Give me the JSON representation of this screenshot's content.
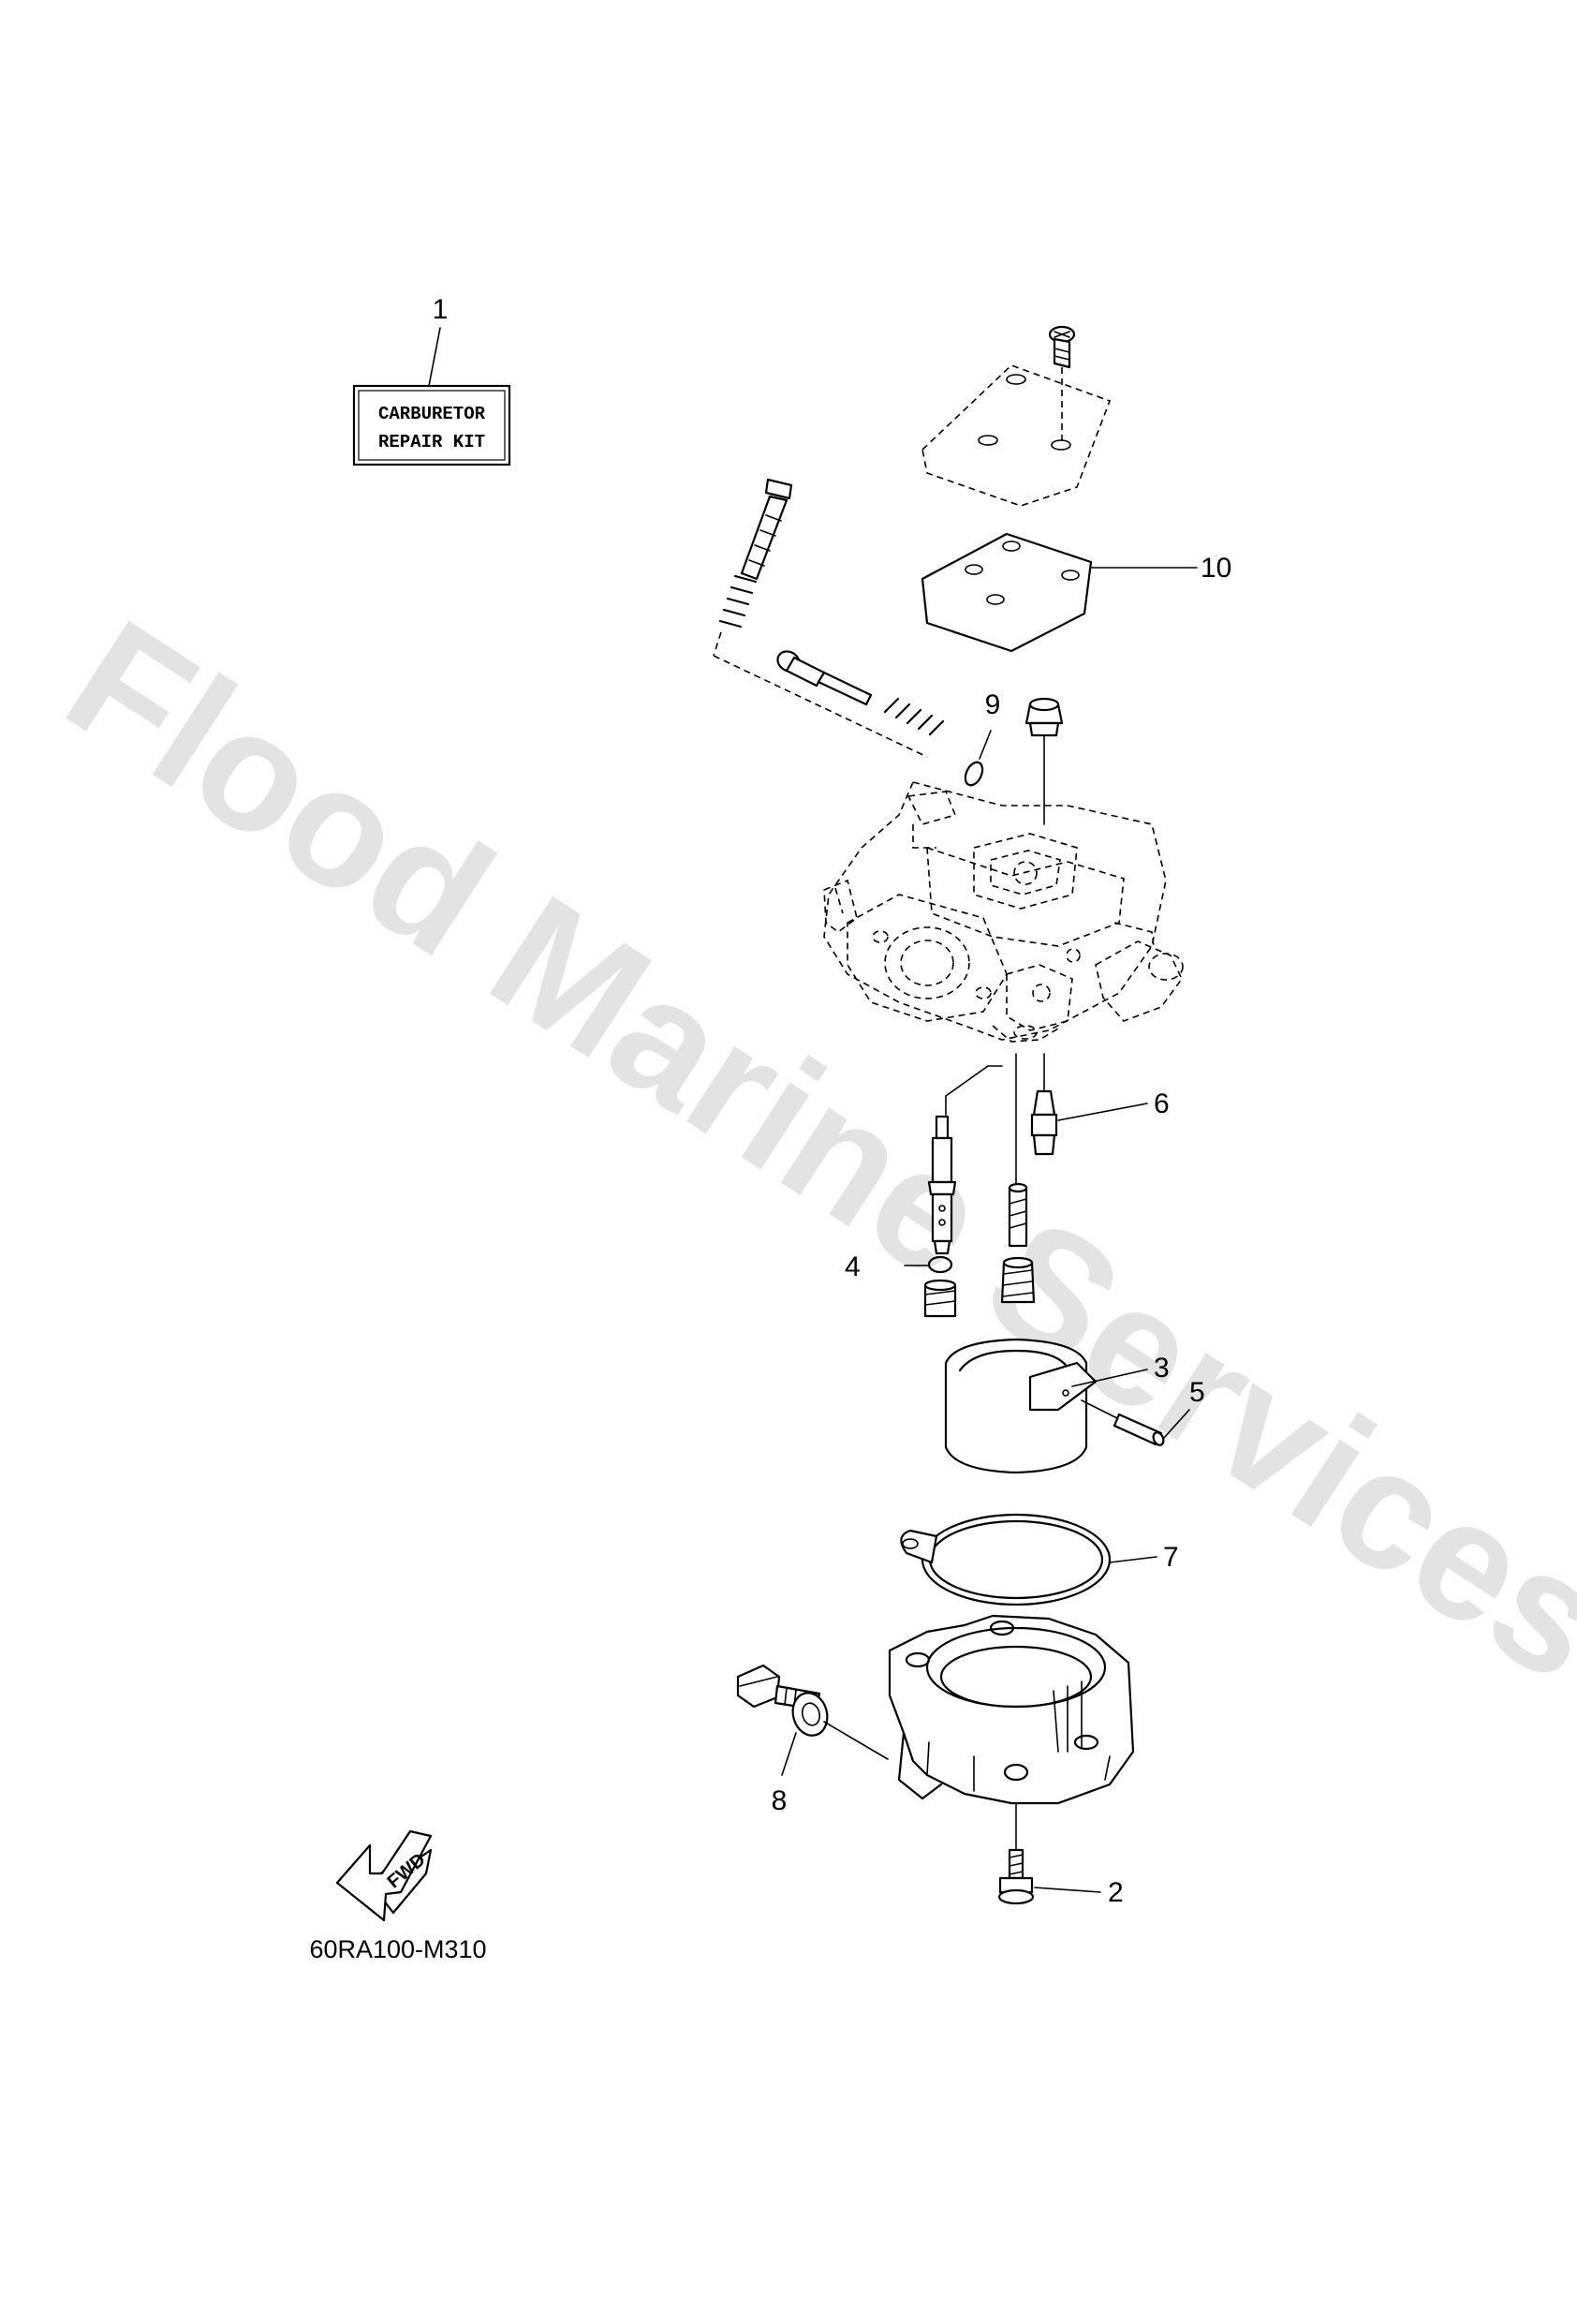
{
  "diagram": {
    "reference_code": "60RA100-M310",
    "watermark": "Flood Marine Services",
    "repair_kit_label": {
      "line1": "CARBURETOR",
      "line2": "REPAIR KIT"
    },
    "fwd_label": "FWD",
    "callouts": [
      {
        "id": "1",
        "label": "1"
      },
      {
        "id": "2",
        "label": "2"
      },
      {
        "id": "3",
        "label": "3"
      },
      {
        "id": "4",
        "label": "4"
      },
      {
        "id": "5",
        "label": "5"
      },
      {
        "id": "6",
        "label": "6"
      },
      {
        "id": "7",
        "label": "7"
      },
      {
        "id": "8",
        "label": "8"
      },
      {
        "id": "9",
        "label": "9"
      },
      {
        "id": "10",
        "label": "10"
      }
    ]
  }
}
